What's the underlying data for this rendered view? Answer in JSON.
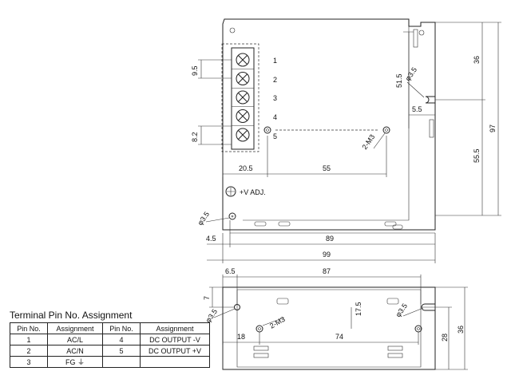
{
  "top_view": {
    "terminal_numbers": [
      "1",
      "2",
      "3",
      "4",
      "5"
    ],
    "dims": {
      "pitch": "9.5",
      "edge": "8.2",
      "d_51_5": "51.5",
      "d_5_5": "5.5",
      "d_36": "36",
      "d_97": "97",
      "d_55_5": "55.5",
      "d_20_5": "20.5",
      "d_55": "55",
      "d_4_5": "4.5",
      "d_89": "89",
      "d_99": "99"
    },
    "callouts": {
      "hole_top": "φ3.5",
      "hole_left": "φ3.5",
      "screws": "2-M3",
      "vadj": "+V ADJ."
    }
  },
  "bottom_view": {
    "dims": {
      "d_6_5": "6.5",
      "d_87": "87",
      "d_7": "7",
      "d_17_5": "17.5",
      "d_18": "18",
      "d_74": "74",
      "d_28": "28",
      "d_36": "36"
    },
    "callouts": {
      "hole_left": "φ3.5",
      "hole_right": "φ3.5",
      "screws": "2-M3"
    }
  },
  "pin_table": {
    "title": "Terminal Pin No.  Assignment",
    "headers": [
      "Pin No.",
      "Assignment",
      "Pin No.",
      "Assignment"
    ],
    "rows": [
      [
        "1",
        "AC/L",
        "4",
        "DC OUTPUT -V"
      ],
      [
        "2",
        "AC/N",
        "5",
        "DC OUTPUT +V"
      ],
      [
        "3",
        "FG ⏚",
        "",
        ""
      ]
    ]
  }
}
